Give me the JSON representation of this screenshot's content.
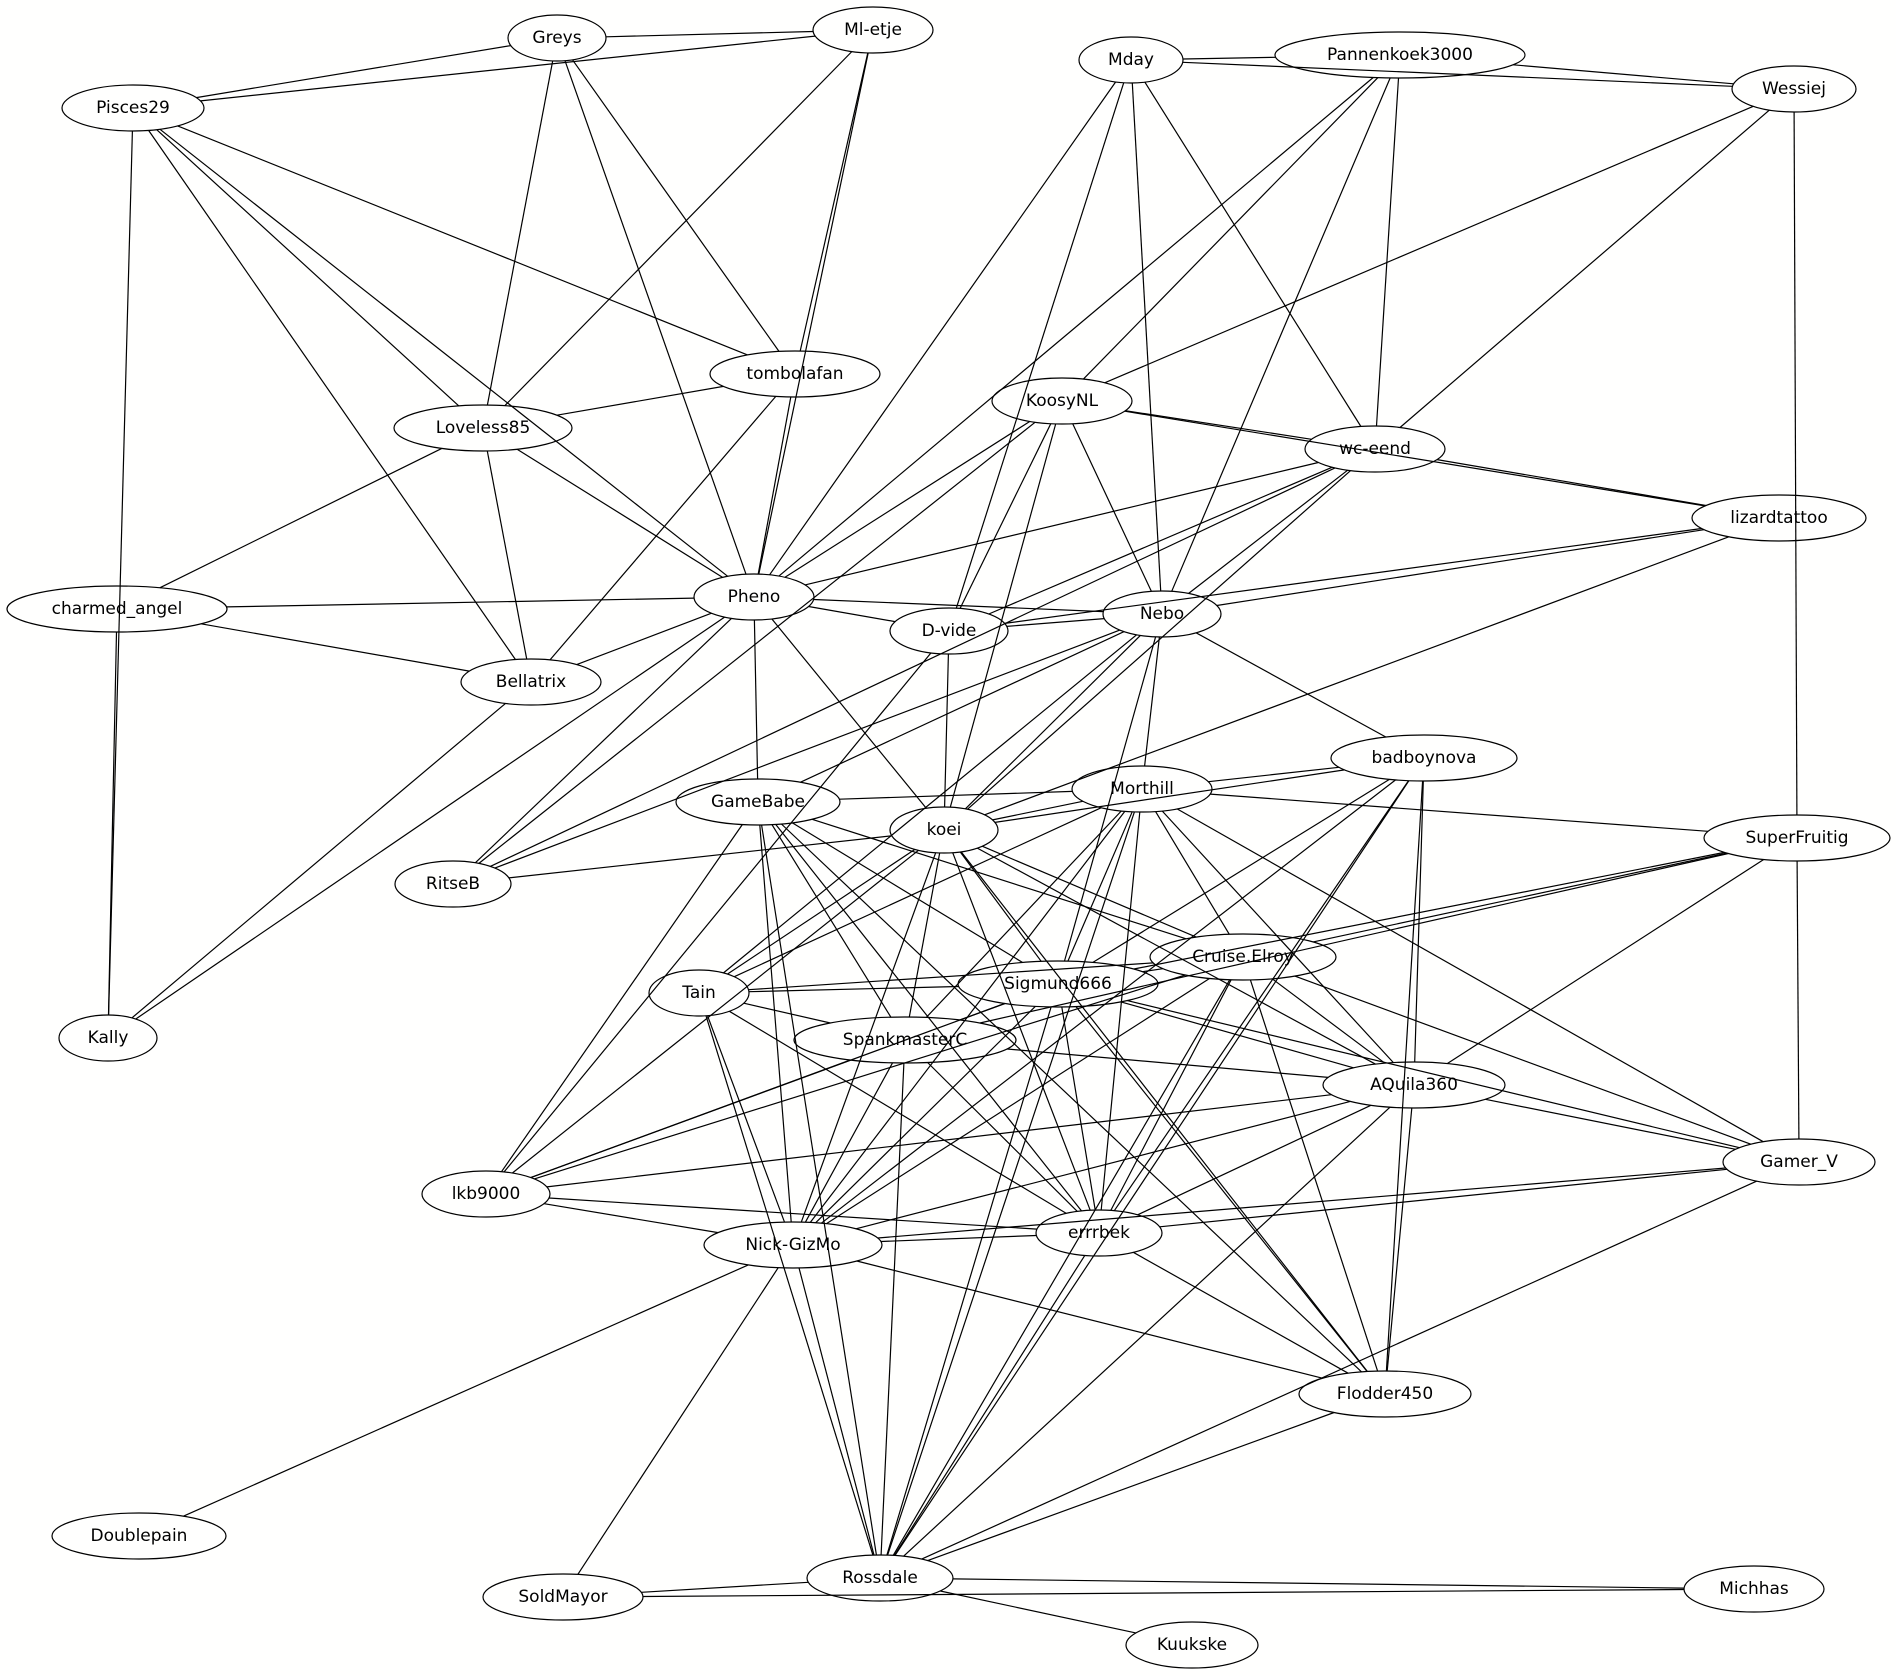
{
  "graph": {
    "type": "undirected-network",
    "nodes": [
      {
        "id": "Greys",
        "label": "Greys"
      },
      {
        "id": "Ml-etje",
        "label": "Ml-etje"
      },
      {
        "id": "Pisces29",
        "label": "Pisces29"
      },
      {
        "id": "Mday",
        "label": "Mday"
      },
      {
        "id": "Pannenkoek3000",
        "label": "Pannenkoek3000"
      },
      {
        "id": "Wessiej",
        "label": "Wessiej"
      },
      {
        "id": "tombolafan",
        "label": "tombolafan"
      },
      {
        "id": "KoosyNL",
        "label": "KoosyNL"
      },
      {
        "id": "Loveless85",
        "label": "Loveless85"
      },
      {
        "id": "wc-eend",
        "label": "wc-eend"
      },
      {
        "id": "lizardtattoo",
        "label": "lizardtattoo"
      },
      {
        "id": "charmed_angel",
        "label": "charmed_angel"
      },
      {
        "id": "Pheno",
        "label": "Pheno"
      },
      {
        "id": "D-vide",
        "label": "D-vide"
      },
      {
        "id": "Nebo",
        "label": "Nebo"
      },
      {
        "id": "Bellatrix",
        "label": "Bellatrix"
      },
      {
        "id": "badboynova",
        "label": "badboynova"
      },
      {
        "id": "GameBabe",
        "label": "GameBabe"
      },
      {
        "id": "Morthill",
        "label": "Morthill"
      },
      {
        "id": "koei",
        "label": "koei"
      },
      {
        "id": "SuperFruitig",
        "label": "SuperFruitig"
      },
      {
        "id": "RitseB",
        "label": "RitseB"
      },
      {
        "id": "Cruise.Elroy",
        "label": "Cruise.Elroy"
      },
      {
        "id": "Tain",
        "label": "Tain"
      },
      {
        "id": "Sigmund666",
        "label": "Sigmund666"
      },
      {
        "id": "Kally",
        "label": "Kally"
      },
      {
        "id": "SpankmasterC",
        "label": "SpankmasterC"
      },
      {
        "id": "AQuila360",
        "label": "AQuila360"
      },
      {
        "id": "Gamer_V",
        "label": "Gamer_V"
      },
      {
        "id": "lkb9000",
        "label": "lkb9000"
      },
      {
        "id": "errrbek",
        "label": "errrbek"
      },
      {
        "id": "Nick-GizMo",
        "label": "Nick-GizMo"
      },
      {
        "id": "Flodder450",
        "label": "Flodder450"
      },
      {
        "id": "Doublepain",
        "label": "Doublepain"
      },
      {
        "id": "Rossdale",
        "label": "Rossdale"
      },
      {
        "id": "Michhas",
        "label": "Michhas"
      },
      {
        "id": "SoldMayor",
        "label": "SoldMayor"
      },
      {
        "id": "Kuukske",
        "label": "Kuukske"
      }
    ],
    "edges": [
      [
        "Greys",
        "Ml-etje"
      ],
      [
        "Greys",
        "Pisces29"
      ],
      [
        "Greys",
        "Loveless85"
      ],
      [
        "Greys",
        "tombolafan"
      ],
      [
        "Greys",
        "Pheno"
      ],
      [
        "Ml-etje",
        "Pisces29"
      ],
      [
        "Ml-etje",
        "Loveless85"
      ],
      [
        "Ml-etje",
        "tombolafan"
      ],
      [
        "Ml-etje",
        "Pheno"
      ],
      [
        "Pisces29",
        "tombolafan"
      ],
      [
        "Pisces29",
        "Loveless85"
      ],
      [
        "Pisces29",
        "Pheno"
      ],
      [
        "Pisces29",
        "Bellatrix"
      ],
      [
        "Pisces29",
        "Kally"
      ],
      [
        "Mday",
        "Pannenkoek3000"
      ],
      [
        "Mday",
        "Wessiej"
      ],
      [
        "Mday",
        "Pheno"
      ],
      [
        "Mday",
        "D-vide"
      ],
      [
        "Mday",
        "Nebo"
      ],
      [
        "Mday",
        "wc-eend"
      ],
      [
        "Pannenkoek3000",
        "Wessiej"
      ],
      [
        "Pannenkoek3000",
        "Pheno"
      ],
      [
        "Pannenkoek3000",
        "KoosyNL"
      ],
      [
        "Pannenkoek3000",
        "wc-eend"
      ],
      [
        "Pannenkoek3000",
        "Nebo"
      ],
      [
        "Wessiej",
        "KoosyNL"
      ],
      [
        "Wessiej",
        "wc-eend"
      ],
      [
        "Wessiej",
        "SuperFruitig"
      ],
      [
        "tombolafan",
        "Loveless85"
      ],
      [
        "tombolafan",
        "Pheno"
      ],
      [
        "tombolafan",
        "Bellatrix"
      ],
      [
        "KoosyNL",
        "wc-eend"
      ],
      [
        "KoosyNL",
        "lizardtattoo"
      ],
      [
        "KoosyNL",
        "Pheno"
      ],
      [
        "KoosyNL",
        "D-vide"
      ],
      [
        "KoosyNL",
        "Nebo"
      ],
      [
        "KoosyNL",
        "koei"
      ],
      [
        "KoosyNL",
        "RitseB"
      ],
      [
        "Loveless85",
        "charmed_angel"
      ],
      [
        "Loveless85",
        "Pheno"
      ],
      [
        "Loveless85",
        "Bellatrix"
      ],
      [
        "wc-eend",
        "lizardtattoo"
      ],
      [
        "wc-eend",
        "Pheno"
      ],
      [
        "wc-eend",
        "D-vide"
      ],
      [
        "wc-eend",
        "Nebo"
      ],
      [
        "wc-eend",
        "koei"
      ],
      [
        "wc-eend",
        "RitseB"
      ],
      [
        "lizardtattoo",
        "D-vide"
      ],
      [
        "lizardtattoo",
        "Nebo"
      ],
      [
        "lizardtattoo",
        "koei"
      ],
      [
        "charmed_angel",
        "Pheno"
      ],
      [
        "charmed_angel",
        "Bellatrix"
      ],
      [
        "charmed_angel",
        "Kally"
      ],
      [
        "Pheno",
        "Nebo"
      ],
      [
        "Pheno",
        "D-vide"
      ],
      [
        "Pheno",
        "Bellatrix"
      ],
      [
        "Pheno",
        "GameBabe"
      ],
      [
        "Pheno",
        "koei"
      ],
      [
        "Pheno",
        "RitseB"
      ],
      [
        "Pheno",
        "Kally"
      ],
      [
        "D-vide",
        "Nebo"
      ],
      [
        "D-vide",
        "koei"
      ],
      [
        "D-vide",
        "lkb9000"
      ],
      [
        "Nebo",
        "badboynova"
      ],
      [
        "Nebo",
        "Morthill"
      ],
      [
        "Nebo",
        "koei"
      ],
      [
        "Nebo",
        "GameBabe"
      ],
      [
        "Nebo",
        "RitseB"
      ],
      [
        "Nebo",
        "Sigmund666"
      ],
      [
        "Nebo",
        "Tain"
      ],
      [
        "Bellatrix",
        "Kally"
      ],
      [
        "badboynova",
        "Morthill"
      ],
      [
        "badboynova",
        "koei"
      ],
      [
        "badboynova",
        "Sigmund666"
      ],
      [
        "badboynova",
        "AQuila360"
      ],
      [
        "badboynova",
        "Rossdale"
      ],
      [
        "badboynova",
        "errrbek"
      ],
      [
        "badboynova",
        "Nick-GizMo"
      ],
      [
        "badboynova",
        "Flodder450"
      ],
      [
        "GameBabe",
        "Morthill"
      ],
      [
        "GameBabe",
        "Cruise.Elroy"
      ],
      [
        "GameBabe",
        "Sigmund666"
      ],
      [
        "GameBabe",
        "SpankmasterC"
      ],
      [
        "GameBabe",
        "errrbek"
      ],
      [
        "GameBabe",
        "Nick-GizMo"
      ],
      [
        "GameBabe",
        "Rossdale"
      ],
      [
        "GameBabe",
        "lkb9000"
      ],
      [
        "GameBabe",
        "Flodder450"
      ],
      [
        "Morthill",
        "koei"
      ],
      [
        "Morthill",
        "SuperFruitig"
      ],
      [
        "Morthill",
        "Cruise.Elroy"
      ],
      [
        "Morthill",
        "Tain"
      ],
      [
        "Morthill",
        "Sigmund666"
      ],
      [
        "Morthill",
        "SpankmasterC"
      ],
      [
        "Morthill",
        "AQuila360"
      ],
      [
        "Morthill",
        "Gamer_V"
      ],
      [
        "Morthill",
        "errrbek"
      ],
      [
        "Morthill",
        "Nick-GizMo"
      ],
      [
        "Morthill",
        "Rossdale"
      ],
      [
        "koei",
        "RitseB"
      ],
      [
        "koei",
        "Cruise.Elroy"
      ],
      [
        "koei",
        "Tain"
      ],
      [
        "koei",
        "Sigmund666"
      ],
      [
        "koei",
        "SpankmasterC"
      ],
      [
        "koei",
        "AQuila360"
      ],
      [
        "koei",
        "errrbek"
      ],
      [
        "koei",
        "Nick-GizMo"
      ],
      [
        "koei",
        "lkb9000"
      ],
      [
        "koei",
        "Flodder450"
      ],
      [
        "SuperFruitig",
        "Cruise.Elroy"
      ],
      [
        "SuperFruitig",
        "Sigmund666"
      ],
      [
        "SuperFruitig",
        "SpankmasterC"
      ],
      [
        "SuperFruitig",
        "AQuila360"
      ],
      [
        "SuperFruitig",
        "Gamer_V"
      ],
      [
        "Cruise.Elroy",
        "Tain"
      ],
      [
        "Cruise.Elroy",
        "Sigmund666"
      ],
      [
        "Cruise.Elroy",
        "AQuila360"
      ],
      [
        "Cruise.Elroy",
        "Gamer_V"
      ],
      [
        "Cruise.Elroy",
        "errrbek"
      ],
      [
        "Cruise.Elroy",
        "Nick-GizMo"
      ],
      [
        "Cruise.Elroy",
        "lkb9000"
      ],
      [
        "Cruise.Elroy",
        "Flodder450"
      ],
      [
        "Cruise.Elroy",
        "Rossdale"
      ],
      [
        "Tain",
        "Sigmund666"
      ],
      [
        "Tain",
        "SpankmasterC"
      ],
      [
        "Tain",
        "errrbek"
      ],
      [
        "Tain",
        "Nick-GizMo"
      ],
      [
        "Tain",
        "Rossdale"
      ],
      [
        "Sigmund666",
        "SpankmasterC"
      ],
      [
        "Sigmund666",
        "AQuila360"
      ],
      [
        "Sigmund666",
        "Gamer_V"
      ],
      [
        "Sigmund666",
        "errrbek"
      ],
      [
        "Sigmund666",
        "Nick-GizMo"
      ],
      [
        "Sigmund666",
        "lkb9000"
      ],
      [
        "Sigmund666",
        "Flodder450"
      ],
      [
        "Sigmund666",
        "Rossdale"
      ],
      [
        "SpankmasterC",
        "AQuila360"
      ],
      [
        "SpankmasterC",
        "errrbek"
      ],
      [
        "SpankmasterC",
        "Nick-GizMo"
      ],
      [
        "SpankmasterC",
        "lkb9000"
      ],
      [
        "SpankmasterC",
        "Rossdale"
      ],
      [
        "AQuila360",
        "Gamer_V"
      ],
      [
        "AQuila360",
        "errrbek"
      ],
      [
        "AQuila360",
        "Nick-GizMo"
      ],
      [
        "AQuila360",
        "lkb9000"
      ],
      [
        "AQuila360",
        "Flodder450"
      ],
      [
        "AQuila360",
        "Rossdale"
      ],
      [
        "Gamer_V",
        "errrbek"
      ],
      [
        "Gamer_V",
        "Nick-GizMo"
      ],
      [
        "Gamer_V",
        "Rossdale"
      ],
      [
        "lkb9000",
        "errrbek"
      ],
      [
        "lkb9000",
        "Nick-GizMo"
      ],
      [
        "errrbek",
        "Nick-GizMo"
      ],
      [
        "errrbek",
        "Flodder450"
      ],
      [
        "errrbek",
        "Rossdale"
      ],
      [
        "Nick-GizMo",
        "Flodder450"
      ],
      [
        "Nick-GizMo",
        "Rossdale"
      ],
      [
        "Nick-GizMo",
        "Doublepain"
      ],
      [
        "Nick-GizMo",
        "SoldMayor"
      ],
      [
        "Flodder450",
        "Rossdale"
      ],
      [
        "Rossdale",
        "SoldMayor"
      ],
      [
        "Rossdale",
        "Michhas"
      ],
      [
        "Rossdale",
        "Kuukske"
      ],
      [
        "SoldMayor",
        "Michhas"
      ]
    ]
  }
}
